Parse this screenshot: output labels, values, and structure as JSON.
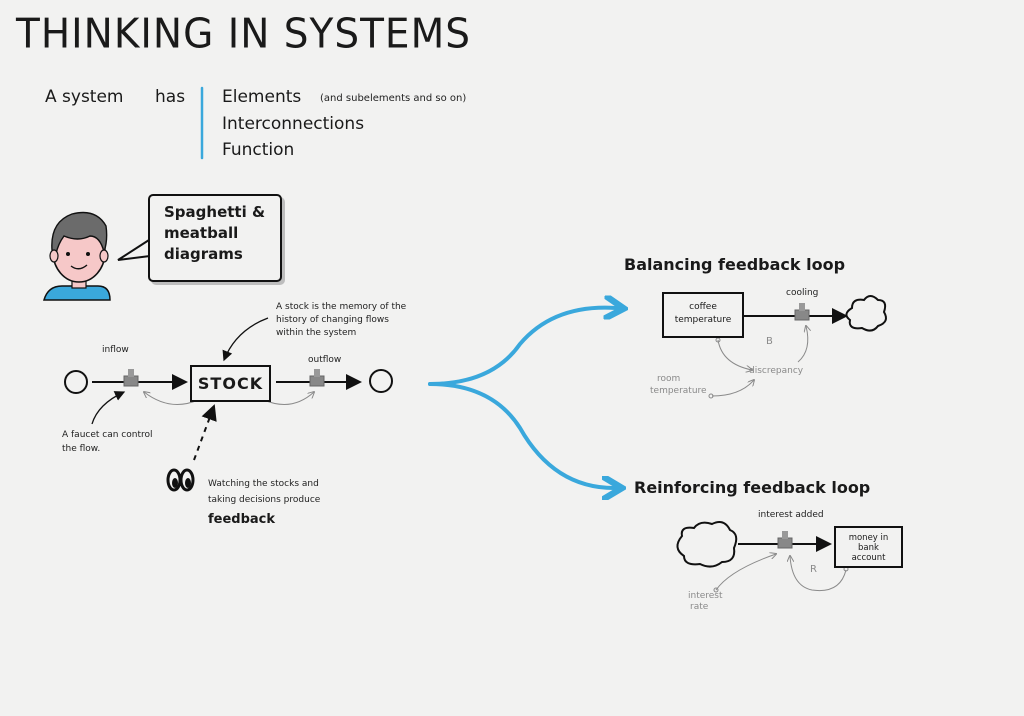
{
  "title": "THINKING IN SYSTEMS",
  "system": {
    "lead": "A system",
    "verb": "has",
    "items": [
      "Elements",
      "Interconnections",
      "Function"
    ],
    "elements_note": "(and subelements and so on)"
  },
  "bubble": {
    "text": "Spaghetti & meatball diagrams"
  },
  "stock_diagram": {
    "stock": "STOCK",
    "inflow": "inflow",
    "outflow": "outflow",
    "stock_note": [
      "A stock is the memory of the",
      "history of changing flows",
      "within the system"
    ],
    "faucet_note": [
      "A faucet can control",
      "the flow."
    ],
    "watching_note": [
      "Watching the stocks and",
      "taking decisions produce"
    ],
    "feedback": "feedback"
  },
  "balancing": {
    "heading": "Balancing feedback loop",
    "stock": [
      "coffee",
      "temperature"
    ],
    "flow": "cooling",
    "loop_letter": "B",
    "discrepancy": "discrepancy",
    "room": [
      "room",
      "temperature"
    ]
  },
  "reinforcing": {
    "heading": "Reinforcing feedback loop",
    "flow": "interest added",
    "stock": [
      "money in",
      "bank",
      "account"
    ],
    "loop_letter": "R",
    "rate": [
      "interest",
      "rate"
    ]
  },
  "colors": {
    "accent": "#3aa8dc",
    "ink": "#111111",
    "grey": "#8a8a8a",
    "paper": "#f2f2f1"
  },
  "icons": [
    "person-icon",
    "faucet-icon",
    "cloud-icon",
    "eyes-icon"
  ]
}
